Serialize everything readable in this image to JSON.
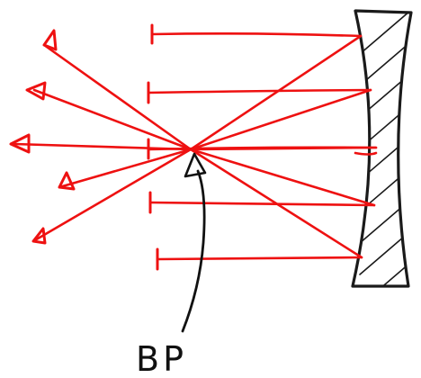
{
  "diagram": {
    "label": "BP",
    "colors": {
      "ray": "#ee1111",
      "ink": "#1a1a1a",
      "background": "#ffffff"
    },
    "elements": {
      "incoming_rays": 5,
      "outgoing_rays": 5,
      "mirror": "concave-mirror",
      "pointer": "arrow-to-focal-point"
    }
  }
}
